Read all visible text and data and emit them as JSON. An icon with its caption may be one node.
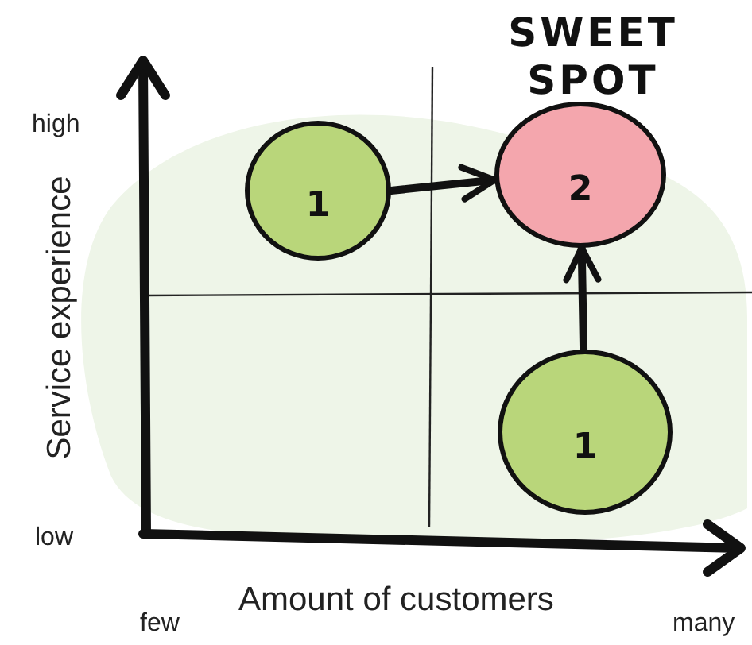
{
  "diagram": {
    "nodes": [
      {
        "text": [
          "1"
        ]
      },
      {
        "text": [
          "1"
        ]
      },
      {
        "text": [
          "2"
        ],
        "beside": [
          "SWEET SPOT"
        ]
      }
    ],
    "edges": [
      {
        "from": 0,
        "to": 2,
        "arrow": "to"
      },
      {
        "from": 1,
        "to": 2,
        "arrow": "to"
      }
    ],
    "labels": [
      "high",
      "Service experience",
      "low",
      "few",
      "Amount of customers",
      "many"
    ]
  }
}
